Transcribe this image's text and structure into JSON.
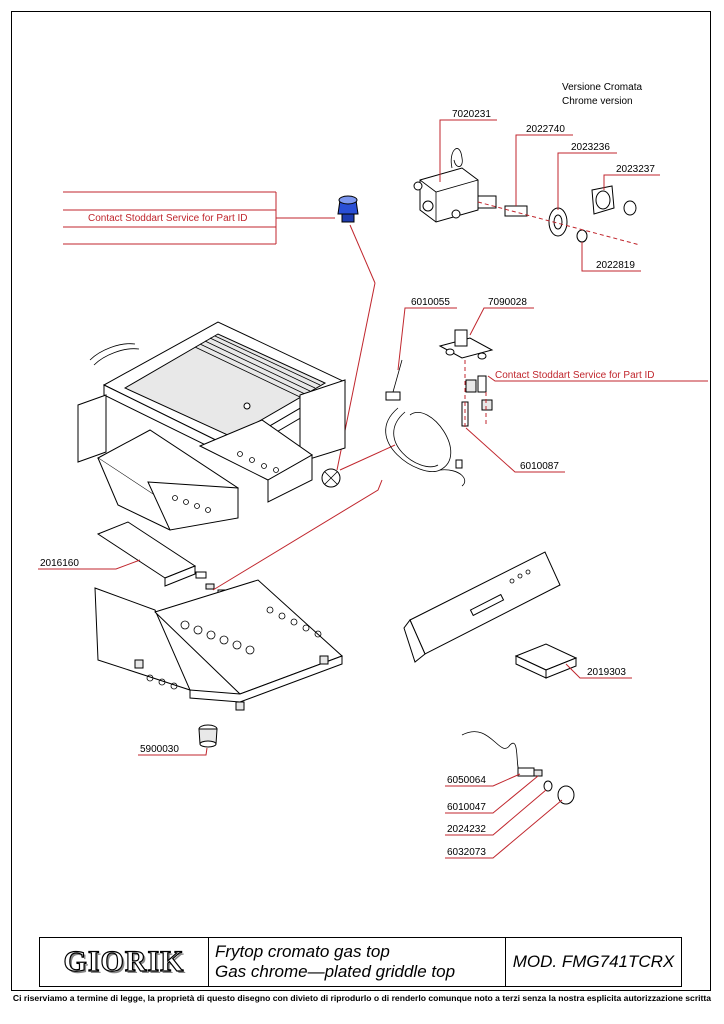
{
  "version_label": {
    "it": "Versione  Cromata",
    "en": "Chrome version"
  },
  "contact_notice": "Contact Stoddart Service for Part ID",
  "parts": {
    "p7020231": "7020231",
    "p2022740": "2022740",
    "p2023236": "2023236",
    "p2023237": "2023237",
    "p2022819": "2022819",
    "p6010055": "6010055",
    "p7090028": "7090028",
    "p6010087": "6010087",
    "p2016160": "2016160",
    "p2019303": "2019303",
    "p5900030": "5900030",
    "p6050064": "6050064",
    "p6010047": "6010047",
    "p2024232": "2024232",
    "p6032073": "6032073"
  },
  "title_block": {
    "logo": "GIORIK",
    "desc_it": "Frytop cromato gas top",
    "desc_en": "Gas chrome—plated griddle top",
    "model": "MOD.  FMG741TCRX"
  },
  "footer": "Ci riserviamo a termine di legge, la proprietà di questo disegno con divieto di riprodurlo o di renderlo comunque noto a terzi senza la nostra esplicita autorizzazione scritta"
}
